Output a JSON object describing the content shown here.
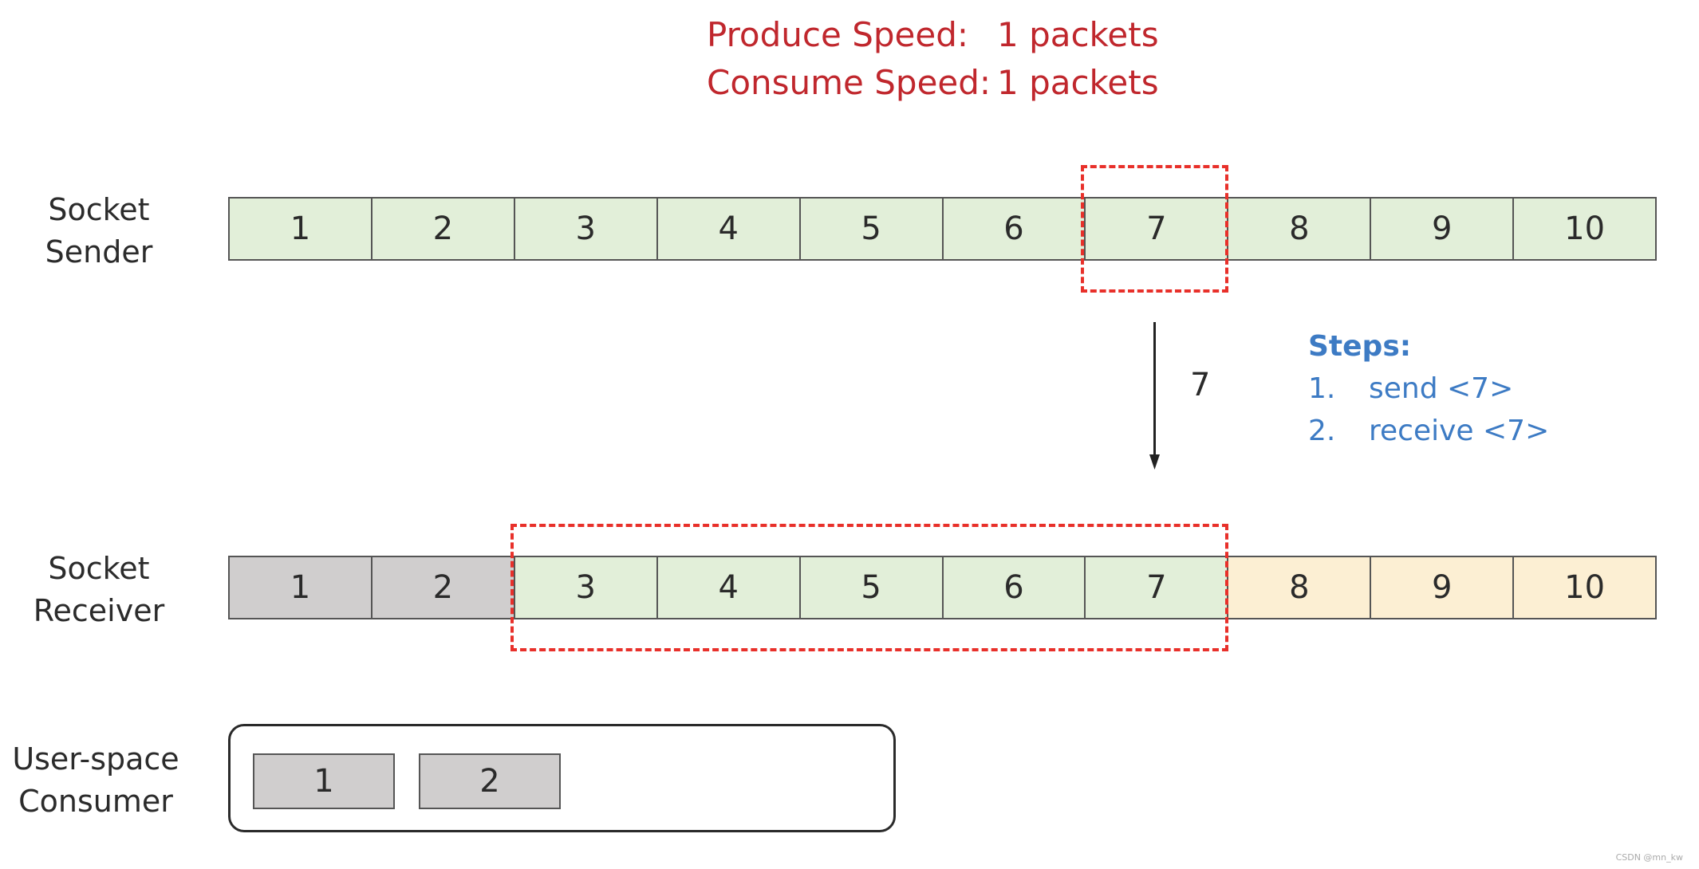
{
  "header": {
    "produce_label": "Produce Speed:",
    "produce_value": "1 packets",
    "consume_label": "Consume Speed:",
    "consume_value": "1 packets"
  },
  "sender": {
    "label_line1": "Socket",
    "label_line2": "Sender",
    "packets": [
      "1",
      "2",
      "3",
      "4",
      "5",
      "6",
      "7",
      "8",
      "9",
      "10"
    ],
    "highlighted_packet": "7"
  },
  "transfer": {
    "packet": "7"
  },
  "steps": {
    "title": "Steps:",
    "items": [
      {
        "num": "1.",
        "text": "send <7>"
      },
      {
        "num": "2.",
        "text": "receive <7>"
      }
    ]
  },
  "receiver": {
    "label_line1": "Socket",
    "label_line2": "Receiver",
    "packets": [
      "1",
      "2",
      "3",
      "4",
      "5",
      "6",
      "7",
      "8",
      "9",
      "10"
    ],
    "consumed": [
      "1",
      "2"
    ],
    "window": [
      "3",
      "4",
      "5",
      "6",
      "7"
    ],
    "pending": [
      "8",
      "9",
      "10"
    ]
  },
  "consumer": {
    "label_line1": "User-space",
    "label_line2": "Consumer",
    "packets": [
      "1",
      "2"
    ]
  },
  "watermark": "CSDN @mn_kw",
  "colors": {
    "header_red": "#c0272d",
    "highlight_red": "#e8302a",
    "sent_green": "#e2efd9",
    "consumed_gray": "#d0cece",
    "pending_yellow": "#fcefd3",
    "steps_blue": "#3d7bc4"
  }
}
